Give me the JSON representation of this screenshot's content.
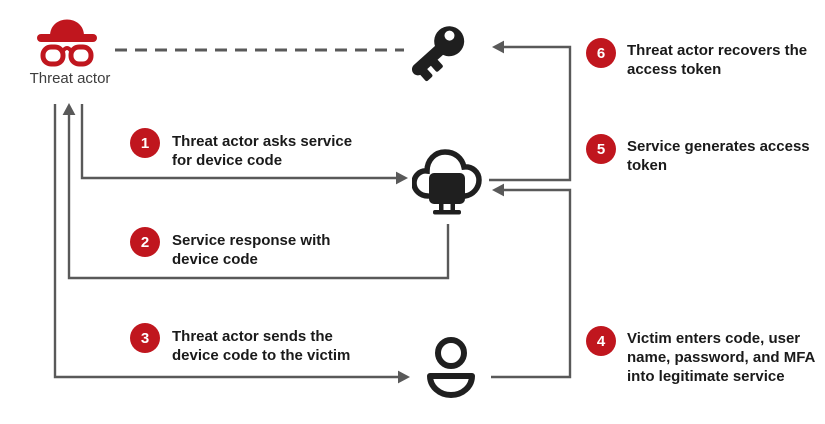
{
  "colors": {
    "accent_red": "#C0161E",
    "line_gray": "#595959",
    "icon_black": "#1F1F1F",
    "text_dark": "#1A1A1A"
  },
  "nodes": [
    {
      "id": "threat-actor",
      "label": "Threat actor",
      "icon": "spy-hat-glasses-icon"
    },
    {
      "id": "access-token",
      "icon": "key-icon"
    },
    {
      "id": "service",
      "icon": "cloud-computer-icon"
    },
    {
      "id": "victim",
      "icon": "person-icon"
    }
  ],
  "steps": [
    {
      "number": "1",
      "lines": [
        "Threat actor asks service",
        "for device code"
      ]
    },
    {
      "number": "2",
      "lines": [
        "Service response with",
        "device code"
      ]
    },
    {
      "number": "3",
      "lines": [
        "Threat actor sends the",
        "device code to the victim"
      ]
    },
    {
      "number": "4",
      "lines": [
        "Victim enters code, user",
        "name, password, and MFA",
        "into legitimate service"
      ]
    },
    {
      "number": "5",
      "lines": [
        "Service generates access",
        "token"
      ]
    },
    {
      "number": "6",
      "lines": [
        "Threat actor recovers the",
        "access token"
      ]
    }
  ],
  "flows": [
    {
      "step": "1",
      "from": "threat-actor",
      "to": "service"
    },
    {
      "step": "2",
      "from": "service",
      "to": "threat-actor"
    },
    {
      "step": "3",
      "from": "threat-actor",
      "to": "victim"
    },
    {
      "step": "4",
      "from": "victim",
      "to": "service"
    },
    {
      "step": "5",
      "from": "service",
      "to": "access-token"
    },
    {
      "step": "6",
      "from": "access-token",
      "to": "threat-actor"
    },
    {
      "step": "association",
      "from": "threat-actor",
      "to": "access-token",
      "style": "dashed"
    }
  ]
}
